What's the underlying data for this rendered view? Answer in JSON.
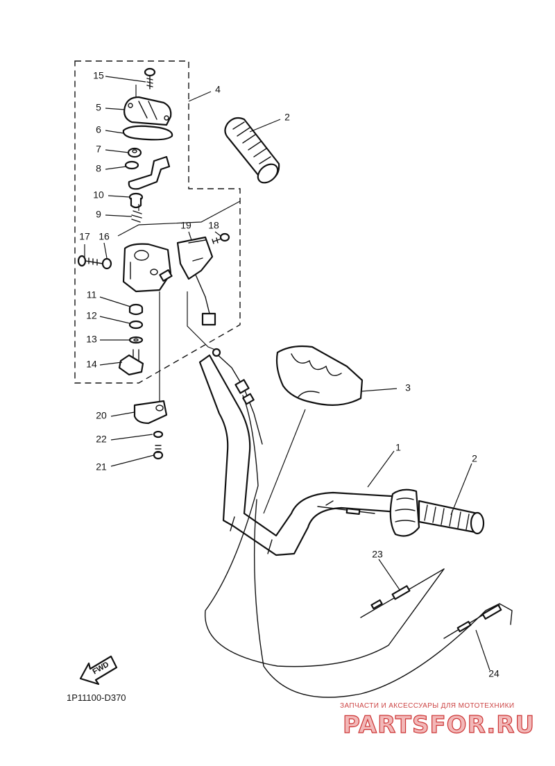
{
  "diagram": {
    "code": "1P11100-D370",
    "fwd_label": "FWD",
    "watermark": {
      "caption": "ЗАПЧАСТИ И АКСЕССУАРЫ ДЛЯ МОТОТЕХНИКИ",
      "site": "PARTSFOR.RU"
    },
    "callouts": {
      "p1": "1",
      "p2a": "2",
      "p2b": "2",
      "p3": "3",
      "p4": "4",
      "p5": "5",
      "p6": "6",
      "p7": "7",
      "p8": "8",
      "p9": "9",
      "p10": "10",
      "p11": "11",
      "p12": "12",
      "p13": "13",
      "p14": "14",
      "p15": "15",
      "p16": "16",
      "p17": "17",
      "p18": "18",
      "p19": "19",
      "p20": "20",
      "p21": "21",
      "p22": "22",
      "p23": "23",
      "p24": "24"
    }
  }
}
